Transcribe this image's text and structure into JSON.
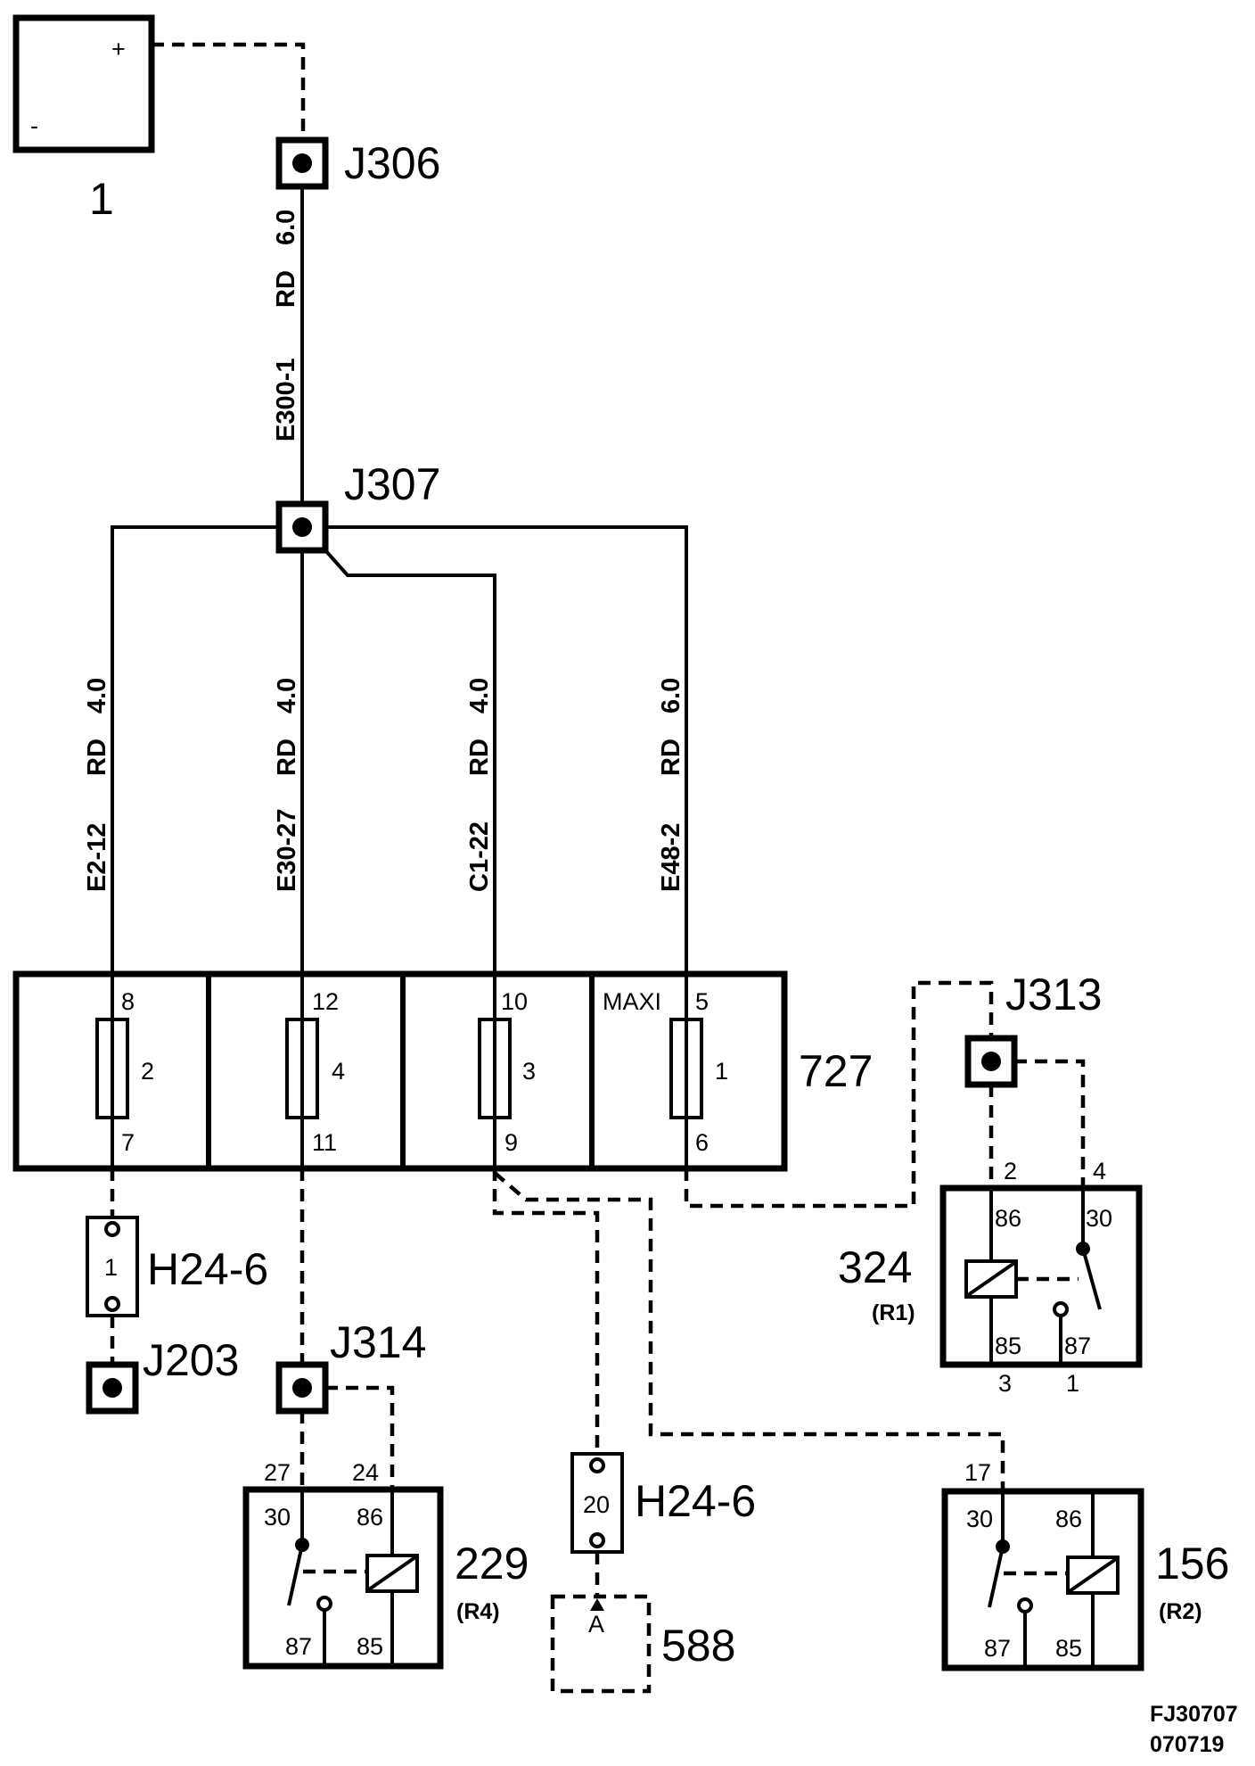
{
  "components": {
    "battery": {
      "id": "1",
      "plus": "+",
      "minus": "-"
    },
    "junctions": [
      "J306",
      "J307",
      "J313",
      "J314",
      "J203"
    ],
    "fuse_box": {
      "id": "727",
      "maxi_label": "MAXI",
      "fuses": [
        {
          "number": "2",
          "pin_in": "8",
          "pin_out": "7"
        },
        {
          "number": "4",
          "pin_in": "12",
          "pin_out": "11"
        },
        {
          "number": "3",
          "pin_in": "10",
          "pin_out": "9"
        },
        {
          "number": "1",
          "pin_in": "5",
          "pin_out": "6"
        }
      ]
    },
    "connector_h24_left": {
      "id": "H24-6",
      "pin": "1"
    },
    "connector_h24_mid": {
      "id": "H24-6",
      "pin": "20"
    },
    "component_588": {
      "id": "588",
      "pin": "A"
    },
    "relay_324": {
      "id": "324",
      "sub": "(R1)",
      "pins": [
        "86",
        "30",
        "85",
        "87"
      ],
      "conn": [
        "2",
        "4",
        "3",
        "1"
      ]
    },
    "relay_229": {
      "id": "229",
      "sub": "(R4)",
      "pins": [
        "30",
        "86",
        "87",
        "85"
      ],
      "conn": [
        "27",
        "24"
      ]
    },
    "relay_156": {
      "id": "156",
      "sub": "(R2)",
      "pins": [
        "30",
        "86",
        "87",
        "85"
      ],
      "conn": [
        "17"
      ]
    }
  },
  "wires": {
    "main": {
      "id": "E300-1",
      "color": "RD",
      "size": "6.0"
    },
    "w1": {
      "id": "E2-12",
      "color": "RD",
      "size": "4.0"
    },
    "w2": {
      "id": "E30-27",
      "color": "RD",
      "size": "4.0"
    },
    "w3": {
      "id": "C1-22",
      "color": "RD",
      "size": "4.0"
    },
    "w4": {
      "id": "E48-2",
      "color": "RD",
      "size": "6.0"
    }
  },
  "reference": {
    "code": "FJ30707",
    "date": "070719"
  }
}
